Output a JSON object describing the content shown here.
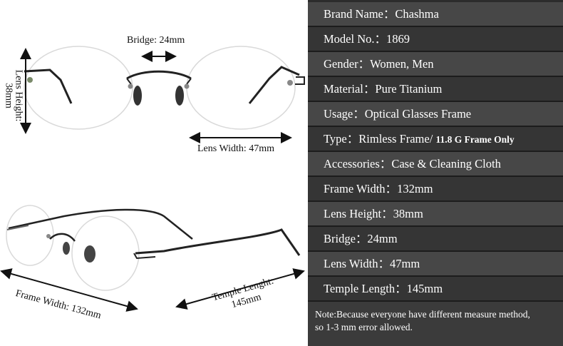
{
  "dims": {
    "bridge": "Bridge: 24mm",
    "lens_height_a": "Lens Height:",
    "lens_height_b": "38mm",
    "lens_width": "Lens Width: 47mm",
    "frame_width": "Frame Width:  132mm",
    "temple_a": "Temple Lenght:",
    "temple_b": "145mm"
  },
  "specs": [
    {
      "label": "Brand Name：",
      "value": "Chashma",
      "extra": ""
    },
    {
      "label": "Model No.：",
      "value": "1869",
      "extra": ""
    },
    {
      "label": "Gender：",
      "value": "Women, Men",
      "extra": ""
    },
    {
      "label": "Material：",
      "value": "Pure Titanium",
      "extra": ""
    },
    {
      "label": "Usage：",
      "value": "Optical Glasses Frame",
      "extra": ""
    },
    {
      "label": "Type：",
      "value": "Rimless Frame/ ",
      "extra": "11.8 G Frame Only"
    },
    {
      "label": "Accessories：",
      "value": "Case & Cleaning Cloth",
      "extra": ""
    },
    {
      "label": "Frame Width：",
      "value": "132mm",
      "extra": ""
    },
    {
      "label": "Lens Height：",
      "value": "38mm",
      "extra": ""
    },
    {
      "label": "Bridge：",
      "value": "24mm",
      "extra": ""
    },
    {
      "label": "Lens Width：",
      "value": "47mm",
      "extra": ""
    },
    {
      "label": "Temple Length：",
      "value": "145mm",
      "extra": ""
    }
  ],
  "note": {
    "line1": "Note:Because everyone have different measure method,",
    "line2": "so 1-3 mm error allowed."
  }
}
